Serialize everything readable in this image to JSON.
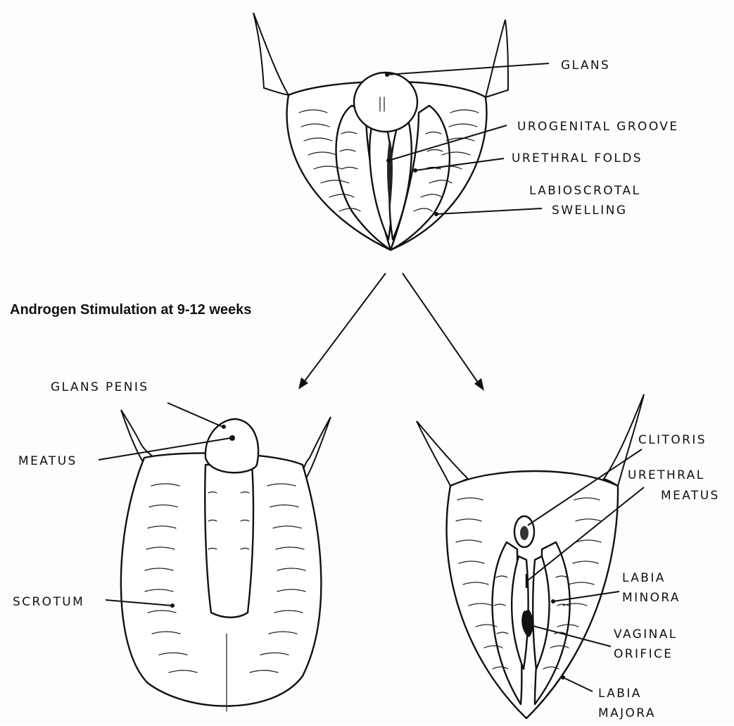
{
  "caption": "Androgen Stimulation at 9-12 weeks",
  "indifferent_stage": {
    "labels": {
      "glans": "GLANS",
      "urogenital_groove": "UROGENITAL GROOVE",
      "urethral_folds": "URETHRAL FOLDS",
      "labioscrotal_line1": "LABIOSCROTAL",
      "labioscrotal_line2": "SWELLING"
    }
  },
  "male": {
    "labels": {
      "glans_penis": "GLANS PENIS",
      "meatus": "MEATUS",
      "scrotum": "SCROTUM"
    }
  },
  "female": {
    "labels": {
      "clitoris": "CLITORIS",
      "urethral_meatus_line1": "URETHRAL",
      "urethral_meatus_line2": "MEATUS",
      "labia_minora_line1": "LABIA",
      "labia_minora_line2": "MINORA",
      "vaginal_orifice_line1": "VAGINAL",
      "vaginal_orifice_line2": "ORIFICE",
      "labia_majora_line1": "LABIA",
      "labia_majora_line2": "MAJORA"
    }
  }
}
